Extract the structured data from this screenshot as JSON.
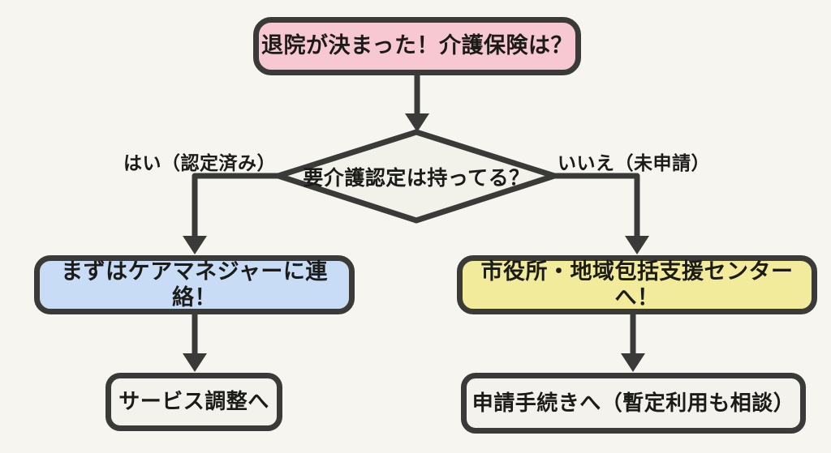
{
  "diagram": {
    "background": "#f7f5f0",
    "stroke_color": "#3a3a38",
    "text_color": "#1b1b19",
    "nodes": {
      "start": {
        "label": "退院が決まった！介護保険は？",
        "fill": "#f7c8d1",
        "shape": "rounded-rect"
      },
      "decision": {
        "label": "要介護認定は持ってる？",
        "fill": "#f2f1ea",
        "shape": "diamond"
      },
      "yes_action": {
        "label": "まずはケアマネジャーに連絡！",
        "fill": "#c9dcf6",
        "shape": "rounded-rect"
      },
      "no_action": {
        "label": "市役所・地域包括支援センターへ！",
        "fill": "#f2eb9c",
        "shape": "rounded-rect"
      },
      "yes_result": {
        "label": "サービス調整へ",
        "fill": "#f3f2ec",
        "shape": "rounded-rect"
      },
      "no_result": {
        "label": "申請手続きへ（暫定利用も相談）",
        "fill": "#f3f2ec",
        "shape": "rounded-rect"
      }
    },
    "edge_labels": {
      "yes": "はい（認定済み）",
      "no": "いいえ（未申請）"
    }
  }
}
